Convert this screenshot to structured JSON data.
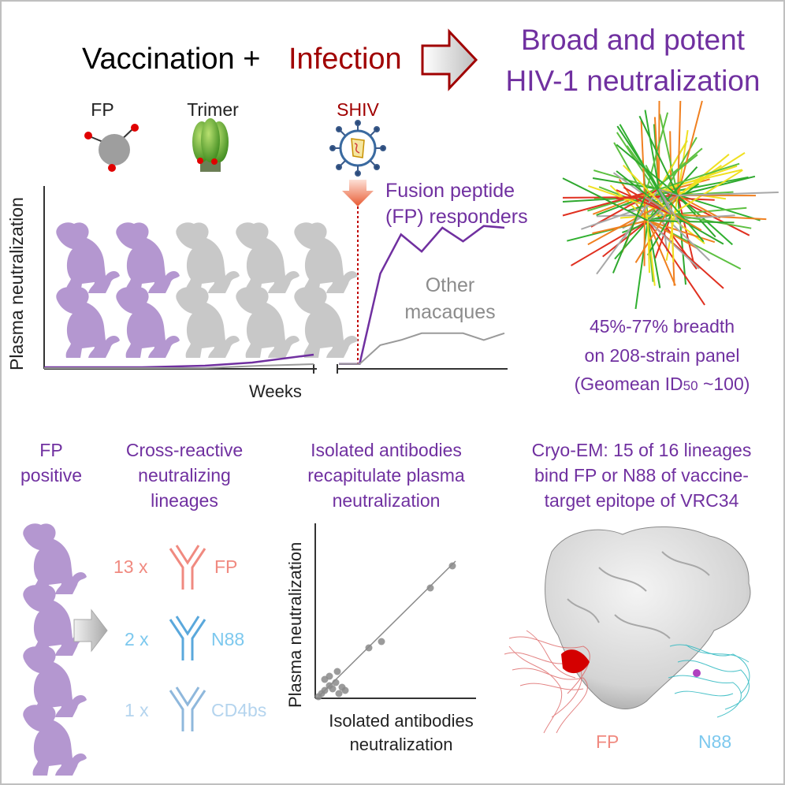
{
  "header": {
    "vaccination": "Vaccination +",
    "infection": "Infection",
    "result_line1": "Broad and potent",
    "result_line2": "HIV-1 neutralization"
  },
  "immunogens": {
    "fp": "FP",
    "trimer": "Trimer",
    "shiv": "SHIV"
  },
  "top_chart": {
    "ylabel": "Plasma neutralization",
    "xlabel": "Weeks",
    "responders_line1": "Fusion peptide",
    "responders_line2": "(FP) responders",
    "others_line1": "Other",
    "others_line2": "macaques"
  },
  "breadth": {
    "line1": "45%-77% breadth",
    "line2": "on 208-strain panel",
    "line3_prefix": "(Geomean ID",
    "line3_sub": "50",
    "line3_suffix": " ~100)"
  },
  "bottom": {
    "fp_pos_line1": "FP",
    "fp_pos_line2": "positive",
    "cross_line1": "Cross-reactive",
    "cross_line2": "neutralizing",
    "cross_line3": "lineages",
    "isolated_line1": "Isolated antibodies",
    "isolated_line2": "recapitulate plasma",
    "isolated_line3": "neutralization",
    "cryo_line1": "Cryo-EM: 15 of 16 lineages",
    "cryo_line2": "bind FP or N88 of vaccine-",
    "cryo_line3": "target epitope of VRC34"
  },
  "lineages": [
    {
      "count": "13 x",
      "target": "FP",
      "color": "#f08a80"
    },
    {
      "count": "2 x",
      "target": "N88",
      "color": "#7cc8ee"
    },
    {
      "count": "1 x",
      "target": "CD4bs",
      "color": "#b4d4ee"
    }
  ],
  "scatter": {
    "ylabel": "Plasma neutralization",
    "xlabel_line1": "Isolated antibodies",
    "xlabel_line2": "neutralization"
  },
  "structure_labels": {
    "fp": "FP",
    "n88": "N88"
  },
  "colors": {
    "purple": "#7030a0",
    "dark_red": "#a00000",
    "macaque_fp": "#b497d0",
    "macaque_other": "#c8c8c8",
    "fp_red": "#f08a80",
    "n88_blue": "#7cc8ee"
  },
  "chart_data": {
    "type": "line",
    "ylabel": "Plasma neutralization",
    "xlabel": "Weeks",
    "series": [
      {
        "name": "Fusion peptide (FP) responders",
        "y_after_shiv": [
          0.02,
          0.02,
          0.55,
          0.78,
          0.68,
          0.82,
          0.74,
          0.83,
          0.82
        ]
      },
      {
        "name": "Other macaques",
        "y_after_shiv": [
          0.02,
          0.02,
          0.13,
          0.16,
          0.2,
          0.2,
          0.2,
          0.16,
          0.2
        ]
      }
    ]
  }
}
